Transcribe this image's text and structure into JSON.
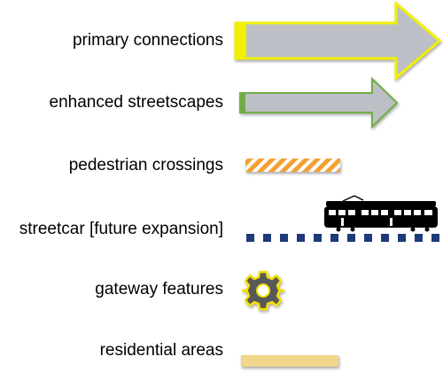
{
  "legend": {
    "items": [
      {
        "id": "primary_connections",
        "label": "primary connections",
        "color": "#f0f000",
        "fill": "#bcc0c6"
      },
      {
        "id": "enhanced_streetscapes",
        "label": "enhanced streetscapes",
        "color": "#70ad47",
        "fill": "#bcc0c6"
      },
      {
        "id": "pedestrian_crossings",
        "label": "pedestrian crossings",
        "color": "#f4a030"
      },
      {
        "id": "streetcar",
        "label": "streetcar [future expansion]",
        "color": "#1f3a7a",
        "icon": "streetcar-icon"
      },
      {
        "id": "gateway_features",
        "label": "gateway features",
        "color": "#f2e000",
        "fill": "#595959",
        "icon": "gear-icon"
      },
      {
        "id": "residential_areas",
        "label": "residential areas",
        "color": "#f2d78a"
      }
    ]
  }
}
